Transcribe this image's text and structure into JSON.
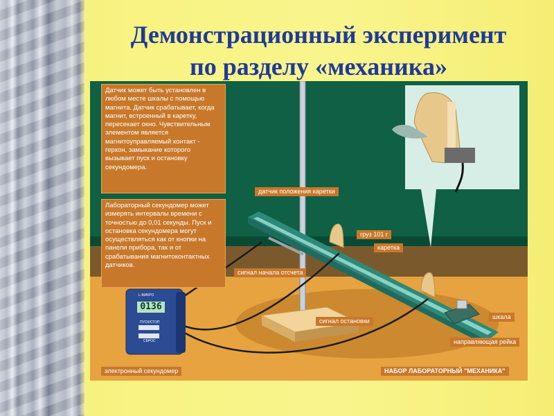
{
  "slide": {
    "title_line1": "Демонстрационный эксперимент",
    "title_line2": "по разделу «механика»"
  },
  "scene": {
    "sensor_note": "Датчик может быть установлен в любом месте шкалы с помощью магнита. Датчик срабатывает, когда магнит, встроенный в каретку, пересекает окно. Чувствительным элементом является магнитоуправляемый контакт - геркон, замыкание которого вызывает пуск и остановку секундомера.",
    "timer_note": "Лабораторный секундомер может измерять интервалы времени с точностью до 0,01 секунды. Пуск и остановка секундомера могут осуществляться как от кнопки на панели прибора, так и от срабатывания магнитоконтактных датчиков.",
    "labels": {
      "position_sensor": "датчик положения каретки",
      "weight": "груз 101 г",
      "carriage": "каретка",
      "start_signal": "сигнал начала отсчета",
      "stop_signal": "сигнал остановки",
      "scale": "шкала",
      "guide_rail": "направляющая рейка",
      "electronic_stopwatch": "электронный секундомер",
      "kit_name": "НАБОР ЛАБОРАТОРНЫЙ \"МЕХАНИКА\""
    },
    "stopwatch": {
      "brand": "L-МИКРО",
      "display": "0136",
      "button1": "ПУСК/СТОП",
      "button2": "СБРОС"
    }
  },
  "colors": {
    "title": "#1f3a9a",
    "label_bg": "#c8782a",
    "wall": "#0f6044",
    "floor": "#e7a33f"
  }
}
